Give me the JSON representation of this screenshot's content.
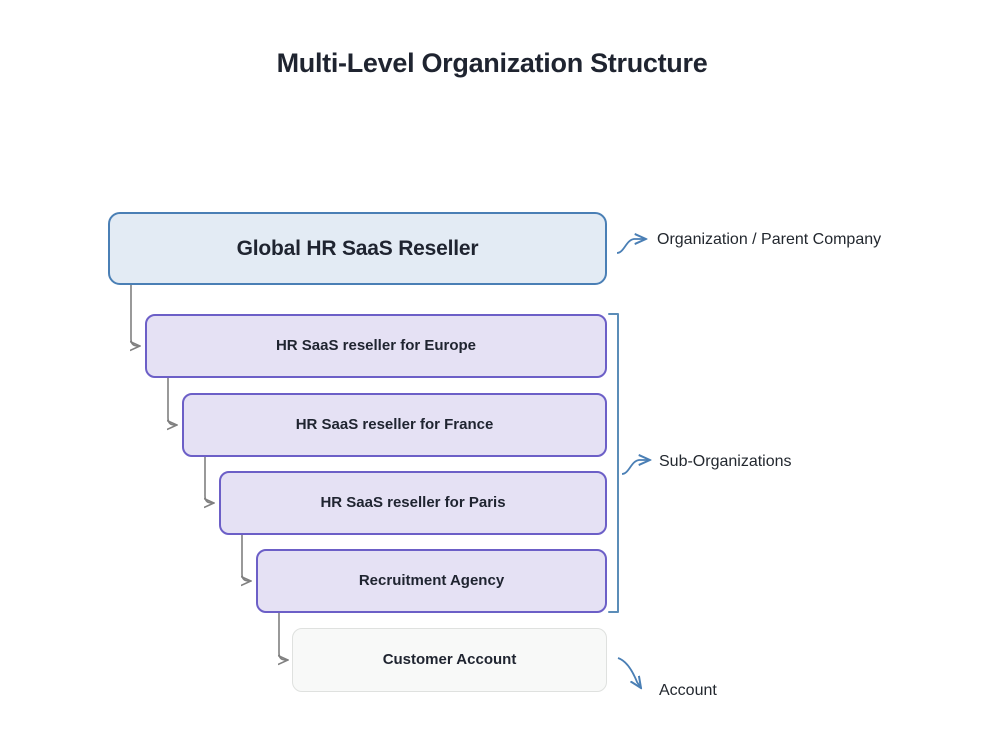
{
  "title": "Multi-Level Organization Structure",
  "colors": {
    "background": "#ffffff",
    "title_text": "#1f2430",
    "root_fill": "#e3ebf4",
    "root_border": "#4a7fb5",
    "sub_fill": "#e5e1f4",
    "sub_border": "#6c5fc7",
    "account_fill": "#f8f9f8",
    "account_border": "#dfe1df",
    "connector": "#808080",
    "bracket": "#5b8db8",
    "annotation_arrow": "#4a7fb5",
    "annotation_text": "#23282f"
  },
  "nodes": [
    {
      "id": "root",
      "label": "Global HR SaaS Reseller",
      "level": 0,
      "type": "organization"
    },
    {
      "id": "europe",
      "label": "HR SaaS reseller for Europe",
      "level": 1,
      "type": "sub-organization"
    },
    {
      "id": "france",
      "label": "HR SaaS reseller for France",
      "level": 2,
      "type": "sub-organization"
    },
    {
      "id": "paris",
      "label": "HR SaaS reseller for Paris",
      "level": 3,
      "type": "sub-organization"
    },
    {
      "id": "recruitment",
      "label": "Recruitment Agency",
      "level": 4,
      "type": "sub-organization"
    },
    {
      "id": "customer",
      "label": "Customer Account",
      "level": 5,
      "type": "account"
    }
  ],
  "annotations": [
    {
      "id": "organization",
      "label": "Organization / Parent Company",
      "target": "root"
    },
    {
      "id": "sub-organizations",
      "label": "Sub-Organizations",
      "target": "europe,france,paris,recruitment"
    },
    {
      "id": "account",
      "label": "Account",
      "target": "customer"
    }
  ],
  "chart_data": {
    "type": "diagram",
    "diagram_kind": "hierarchy-cascade",
    "title": "Multi-Level Organization Structure",
    "levels": [
      "Global HR SaaS Reseller",
      "HR SaaS reseller for Europe",
      "HR SaaS reseller for France",
      "HR SaaS reseller for Paris",
      "Recruitment Agency",
      "Customer Account"
    ],
    "edges": [
      {
        "from": "Global HR SaaS Reseller",
        "to": "HR SaaS reseller for Europe"
      },
      {
        "from": "HR SaaS reseller for Europe",
        "to": "HR SaaS reseller for France"
      },
      {
        "from": "HR SaaS reseller for France",
        "to": "HR SaaS reseller for Paris"
      },
      {
        "from": "HR SaaS reseller for Paris",
        "to": "Recruitment Agency"
      },
      {
        "from": "Recruitment Agency",
        "to": "Customer Account"
      }
    ],
    "groups": [
      {
        "label": "Organization / Parent Company",
        "members": [
          "Global HR SaaS Reseller"
        ]
      },
      {
        "label": "Sub-Organizations",
        "members": [
          "HR SaaS reseller for Europe",
          "HR SaaS reseller for France",
          "HR SaaS reseller for Paris",
          "Recruitment Agency"
        ]
      },
      {
        "label": "Account",
        "members": [
          "Customer Account"
        ]
      }
    ]
  }
}
